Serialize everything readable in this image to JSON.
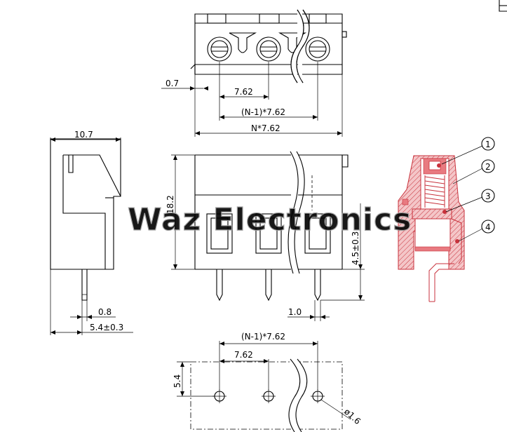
{
  "watermark": "Waz Electronics",
  "top_view": {
    "dim_offset": "0.7",
    "dim_pitch": "7.62",
    "dim_pitch_span": "(N-1)*7.62",
    "dim_total": "N*7.62"
  },
  "side_view": {
    "dim_width": "10.7",
    "dim_pin_width": "0.8",
    "dim_pin_offset": "5.4±0.3"
  },
  "front_view": {
    "dim_height": "18.2",
    "dim_pin_length": "4.5±0.3",
    "dim_pin_thickness": "1.0"
  },
  "section_view": {
    "callouts": [
      "1",
      "2",
      "3",
      "4"
    ]
  },
  "pcb_layout": {
    "dim_pitch_span": "(N-1)*7.62",
    "dim_pitch": "7.62",
    "dim_row_offset": "5.4",
    "dim_hole": "ø1.6"
  }
}
